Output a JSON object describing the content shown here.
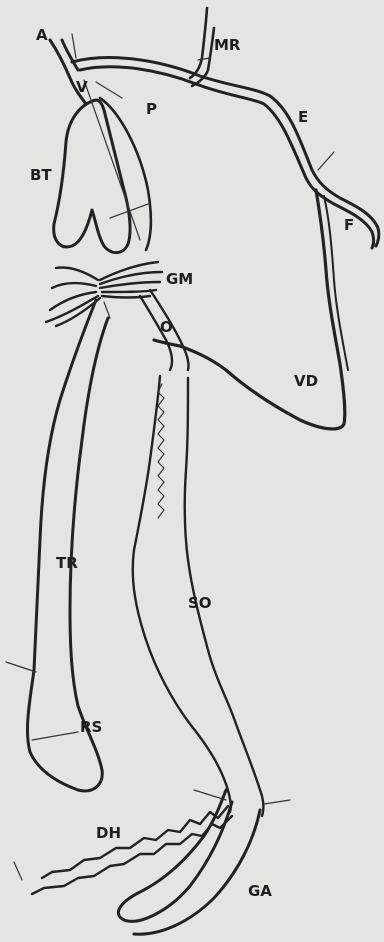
{
  "labels": {
    "A": "A",
    "MR": "MR",
    "V": "V",
    "P": "P",
    "E": "E",
    "BT": "BT",
    "F": "F",
    "GM": "GM",
    "O": "O",
    "VD": "VD",
    "TR": "TR",
    "SO": "SO",
    "RS": "RS",
    "DH": "DH",
    "GA": "GA"
  },
  "colors": {
    "background": "#e4e4e0",
    "ink": "#222222"
  }
}
